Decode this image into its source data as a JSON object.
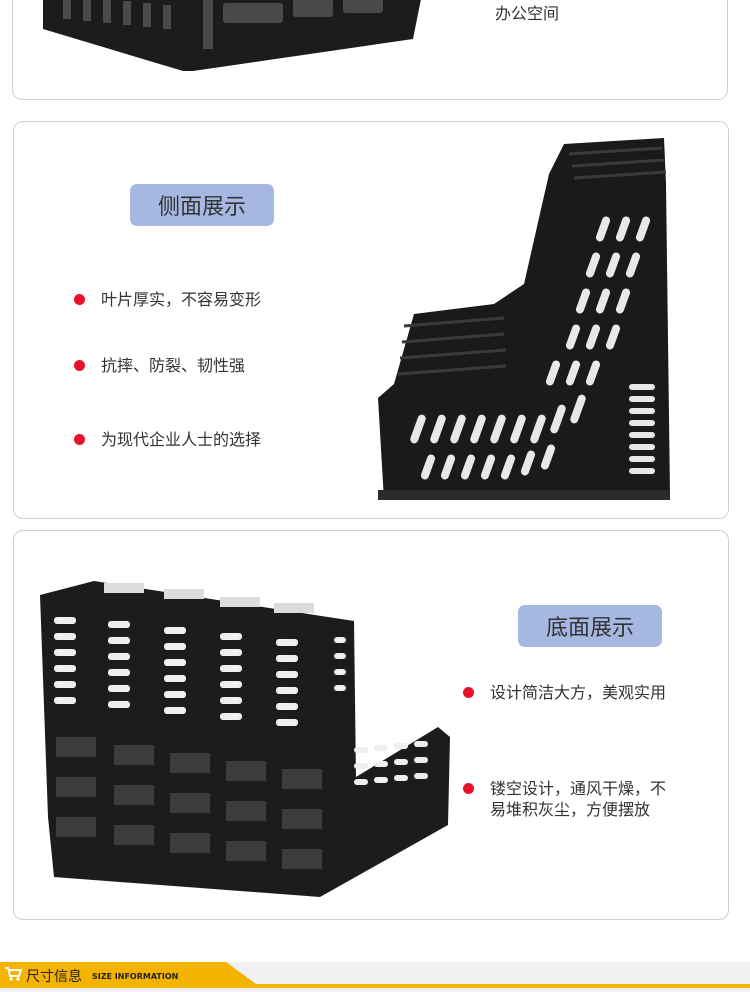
{
  "top_card": {
    "text": "办公空间"
  },
  "side_card": {
    "title": "侧面展示",
    "bullets": [
      "叶片厚实，不容易变形",
      "抗摔、防裂、韧性强",
      "为现代企业人士的选择"
    ]
  },
  "bottom_card": {
    "title": "底面展示",
    "bullets": [
      "设计简洁大方，美观实用",
      "镂空设计，通风干燥，不\n易堆积灰尘，方便摆放"
    ]
  },
  "size_info": {
    "title_cn": "尺寸信息",
    "title_en": "SIZE INFORMATION"
  },
  "colors": {
    "accent_bullet": "#e8112d",
    "pill": "#a6b8e2",
    "banner": "#f3b300"
  }
}
